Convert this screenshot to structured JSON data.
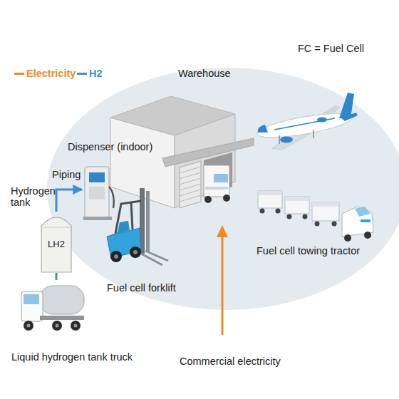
{
  "diagram": {
    "nodes": [
      {
        "text": [
          "Dispenser (indoor)"
        ]
      },
      {
        "text": [
          "Hydrogen tank",
          "LH2"
        ]
      },
      {
        "text": [
          "Liquid hydrogen tank truck"
        ]
      }
    ],
    "edges": [
      {
        "from": 1,
        "to": 0,
        "label": "Piping",
        "arrow": "to"
      },
      {
        "from": 2,
        "to": 1,
        "arrow": "none"
      }
    ],
    "labels": [
      "FC = Fuel Cell",
      "Warehouse",
      "Fuel cell forklift",
      "Fuel cell towing tractor",
      "Commercial electricity"
    ],
    "legend": [
      {
        "text": "Electricity"
      },
      {
        "text": "H2"
      }
    ]
  }
}
